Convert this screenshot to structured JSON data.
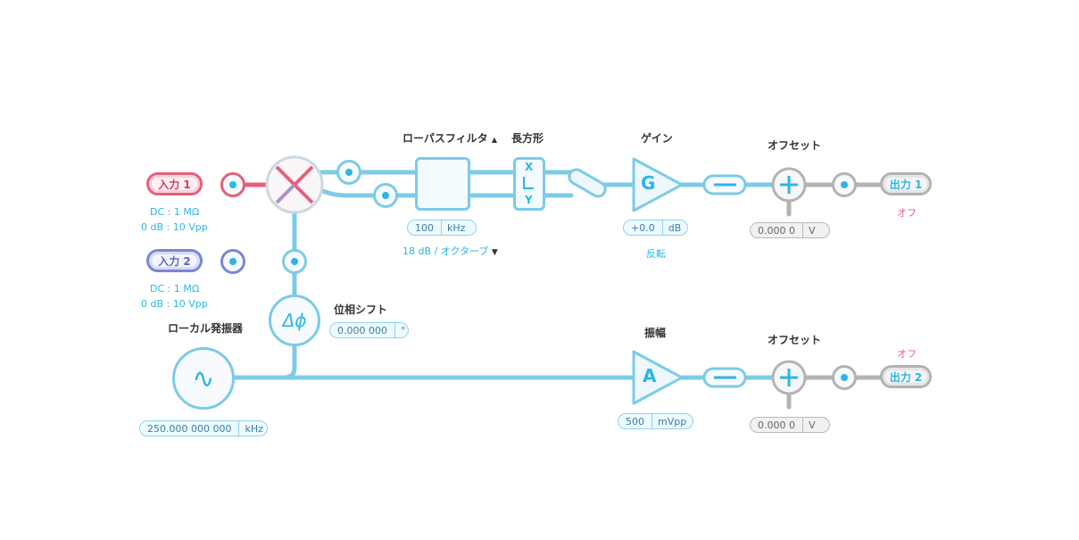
{
  "inputs": {
    "in1": {
      "label": "入力 1",
      "line1": "DC : 1 MΩ",
      "line2": "0 dB : 10 Vpp"
    },
    "in2": {
      "label": "入力 2",
      "line1": "DC : 1 MΩ",
      "line2": "0 dB : 10 Vpp"
    }
  },
  "lowpass": {
    "title": "ローパスフィルタ",
    "title_arrow": "▲",
    "value": "100",
    "unit": "kHz",
    "slope": "18 dB / オクターブ",
    "slope_arrow": "▼"
  },
  "rect": {
    "title": "長方形",
    "x": "X",
    "y": "Y"
  },
  "gain": {
    "title": "ゲイン",
    "symbol": "G",
    "value": "+0.0",
    "unit": "dB",
    "invert": "反転"
  },
  "offset1": {
    "title": "オフセット",
    "value": "0.000 0",
    "unit": "V"
  },
  "out1": {
    "label": "出力 1",
    "state": "オフ"
  },
  "phase": {
    "title": "位相シフト",
    "symbol": "Δϕ",
    "value": "0.000 000",
    "unit": "°"
  },
  "local_osc": {
    "title": "ローカル発振器",
    "symbol": "∿",
    "value": "250.000 000 000",
    "unit": "kHz"
  },
  "amplitude": {
    "title": "振幅",
    "symbol": "A",
    "value": "500",
    "unit": "mVpp"
  },
  "offset2": {
    "title": "オフセット",
    "value": "0.000 0",
    "unit": "V"
  },
  "out2": {
    "label": "出力 2",
    "state": "オフ"
  },
  "colors": {
    "accent": "#2bb6e6",
    "wire": "#7ccbe8",
    "input1": "#e5607a",
    "input2": "#7b86d6",
    "off_text": "#e5607a",
    "grey": "#b3b3b3"
  }
}
